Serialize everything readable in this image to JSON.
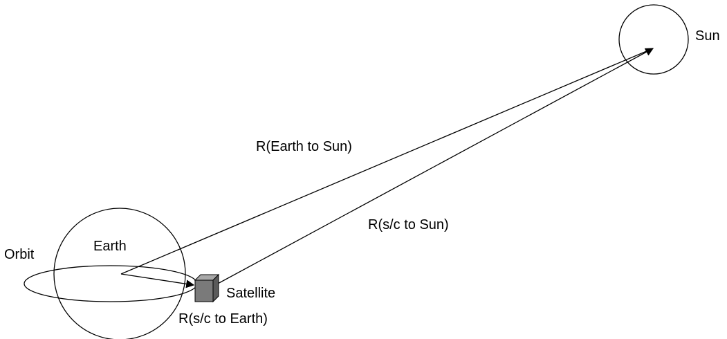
{
  "diagram": {
    "labels": {
      "sun": "Sun",
      "earth": "Earth",
      "orbit": "Orbit",
      "satellite": "Satellite",
      "earth_to_sun": "R(Earth to Sun)",
      "sc_to_sun": "R(s/c to Sun)",
      "sc_to_earth": "R(s/c to Earth)"
    },
    "colors": {
      "background": "#ffffff",
      "stroke": "#000000",
      "satellite_fill": "#7a7a7a",
      "satellite_top": "#a8a8a8",
      "satellite_side": "#5a5a5a"
    }
  }
}
